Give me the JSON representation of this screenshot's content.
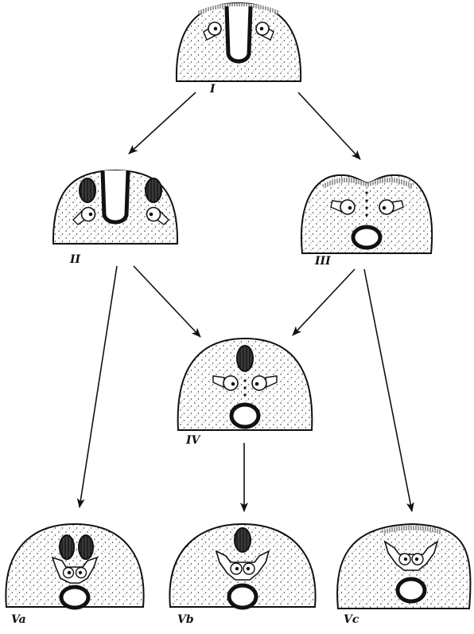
{
  "labels": {
    "I": "I",
    "II": "II",
    "III": "III",
    "IV": "IV",
    "Va": "Va",
    "Vb": "Vb",
    "Vc": "Vc"
  }
}
